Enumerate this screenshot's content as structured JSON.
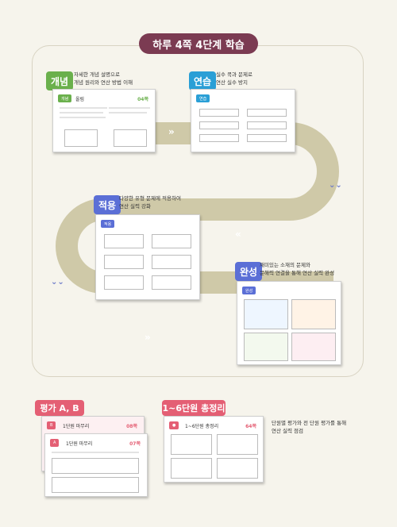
{
  "page_title": "하루 4쪽 4단계 학습",
  "steps": [
    {
      "label": "개념",
      "desc_line1": "자세한 개념 설명으로",
      "desc_line2": "개념 원리와 연산 방법 이해",
      "card_tag": "개념",
      "card_title": "올림",
      "card_page": "04쪽",
      "color": "#6ab04c"
    },
    {
      "label": "연습",
      "desc_line1": "실수 콕과 문제로",
      "desc_line2": "연산 실수 방지",
      "card_tag": "연습",
      "color": "#2a9fd6"
    },
    {
      "label": "적용",
      "desc_line1": "다양한 유형 문제에 적용하여",
      "desc_line2": "연산 실력 강화",
      "card_tag": "적용",
      "color": "#5b6fd6"
    },
    {
      "label": "완성",
      "desc_line1": "재미있는 소재의 문제와",
      "desc_line2": "문해력 연결을 통해 연산 실력 완성",
      "card_tag": "완성",
      "color": "#5b6fd6"
    }
  ],
  "bottom": {
    "eval_label": "평가 A, B",
    "eval_card_b_title": "1단원 마무리",
    "eval_card_b_page": "08쪽",
    "eval_card_a_title": "1단원 마무리",
    "eval_card_a_page": "07쪽",
    "eval_tag_a": "A",
    "eval_tag_b": "B",
    "total_label": "1~6단원 총정리",
    "total_card_title": "1~6단원 총정리",
    "total_card_page": "64쪽",
    "total_desc_line1": "단원별 평가와 전 단원 평가를 통해",
    "total_desc_line2": "연산 실력 점검"
  },
  "colors": {
    "road": "#cfc9a8",
    "eval": "#e45f74",
    "total": "#e45f74"
  }
}
